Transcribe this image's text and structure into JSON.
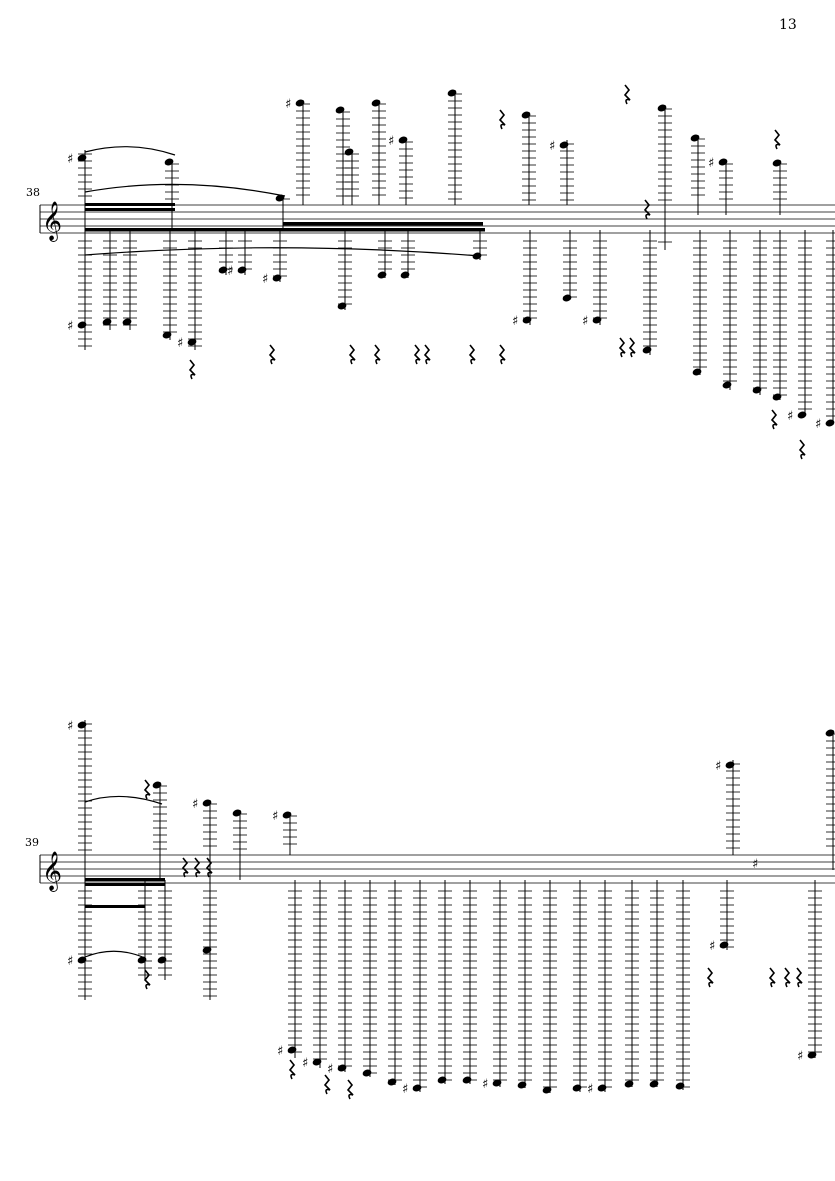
{
  "page": {
    "page_number": "13",
    "systems": [
      {
        "measure_number": "38",
        "clef": "treble-clef"
      },
      {
        "measure_number": "39",
        "clef": "treble-clef"
      }
    ]
  }
}
